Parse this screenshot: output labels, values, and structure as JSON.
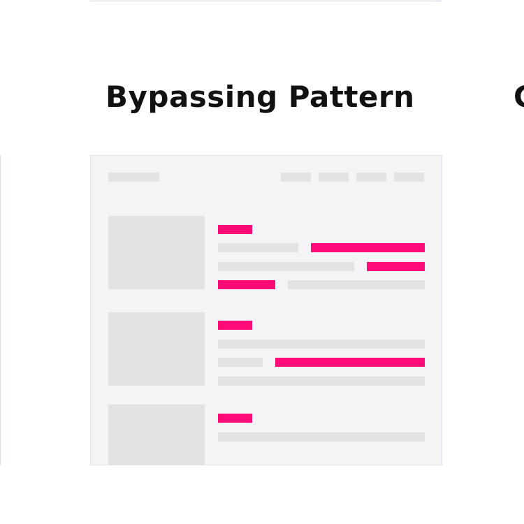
{
  "title": "Bypassing Pattern",
  "next_title_fragment": "C",
  "colors": {
    "highlight": "#ff0b78",
    "placeholder": "#e3e3e6",
    "card_background": "#f4f4f7",
    "card_border": "#dcdcec",
    "title_text": "#111111"
  },
  "wireframe": {
    "nav_item_count": 4,
    "rows": [
      {
        "highlighted_tag": true,
        "highlighted_lines": 3
      },
      {
        "highlighted_tag": true,
        "highlighted_lines": 1
      },
      {
        "highlighted_tag": true,
        "highlighted_lines": 0
      }
    ]
  }
}
